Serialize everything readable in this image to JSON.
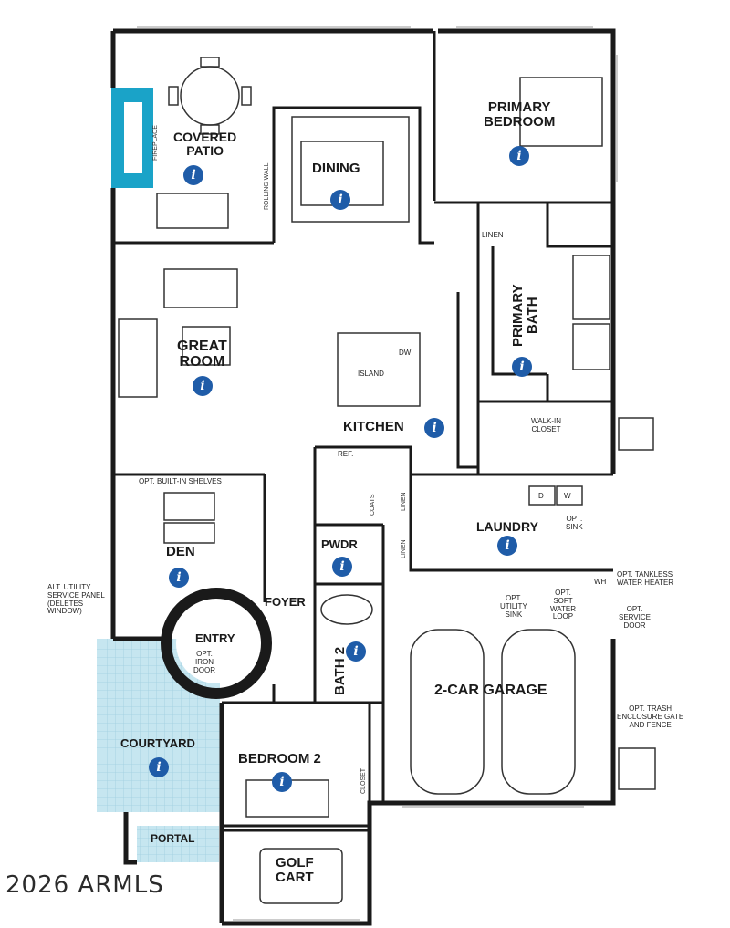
{
  "rooms": {
    "covered_patio": "COVERED\nPATIO",
    "dining": "DINING",
    "primary_bedroom": "PRIMARY\nBEDROOM",
    "primary_bath": "PRIMARY\nBATH",
    "great_room": "GREAT\nROOM",
    "kitchen": "KITCHEN",
    "walk_in_closet": "WALK-IN\nCLOSET",
    "den": "DEN",
    "laundry": "LAUNDRY",
    "pwdr": "PWDR",
    "foyer": "FOYER",
    "entry": "ENTRY",
    "bath2": "BATH 2",
    "garage": "2-CAR GARAGE",
    "courtyard": "COURTYARD",
    "bedroom2": "BEDROOM 2",
    "portal": "PORTAL",
    "golf_cart": "GOLF\nCART"
  },
  "notes": {
    "fireplace": "FIREPLACE",
    "rolling_wall": "ROLLING WALL",
    "island": "ISLAND",
    "dw": "DW",
    "ref": "REF.",
    "linen1": "LINEN",
    "linen2": "LINEN",
    "linen3": "LINEN",
    "coats": "COATS",
    "d": "D",
    "w": "W",
    "wh": "WH",
    "opt_builtin_shelves": "OPT. BUILT-IN SHELVES",
    "alt_utility": "ALT. UTILITY\nSERVICE PANEL\n(DELETES\nWINDOW)",
    "opt_iron_door": "OPT.\nIRON\nDOOR",
    "opt_sink": "OPT.\nSINK",
    "opt_utility_sink": "OPT.\nUTILITY\nSINK",
    "opt_soft_water": "OPT.\nSOFT\nWATER\nLOOP",
    "opt_tankless": "OPT. TANKLESS\nWATER HEATER",
    "opt_service_door": "OPT.\nSERVICE\nDOOR",
    "opt_trash": "OPT. TRASH\nENCLOSURE GATE\nAND FENCE",
    "closet": "CLOSET"
  },
  "info_icon": "i",
  "watermark": "2026 ARMLS",
  "colors": {
    "wall": "#1a1a1a",
    "info_blue": "#1f5ca8",
    "fireplace_teal": "#1aa3c8",
    "courtyard_blue": "#bfe3ee"
  }
}
